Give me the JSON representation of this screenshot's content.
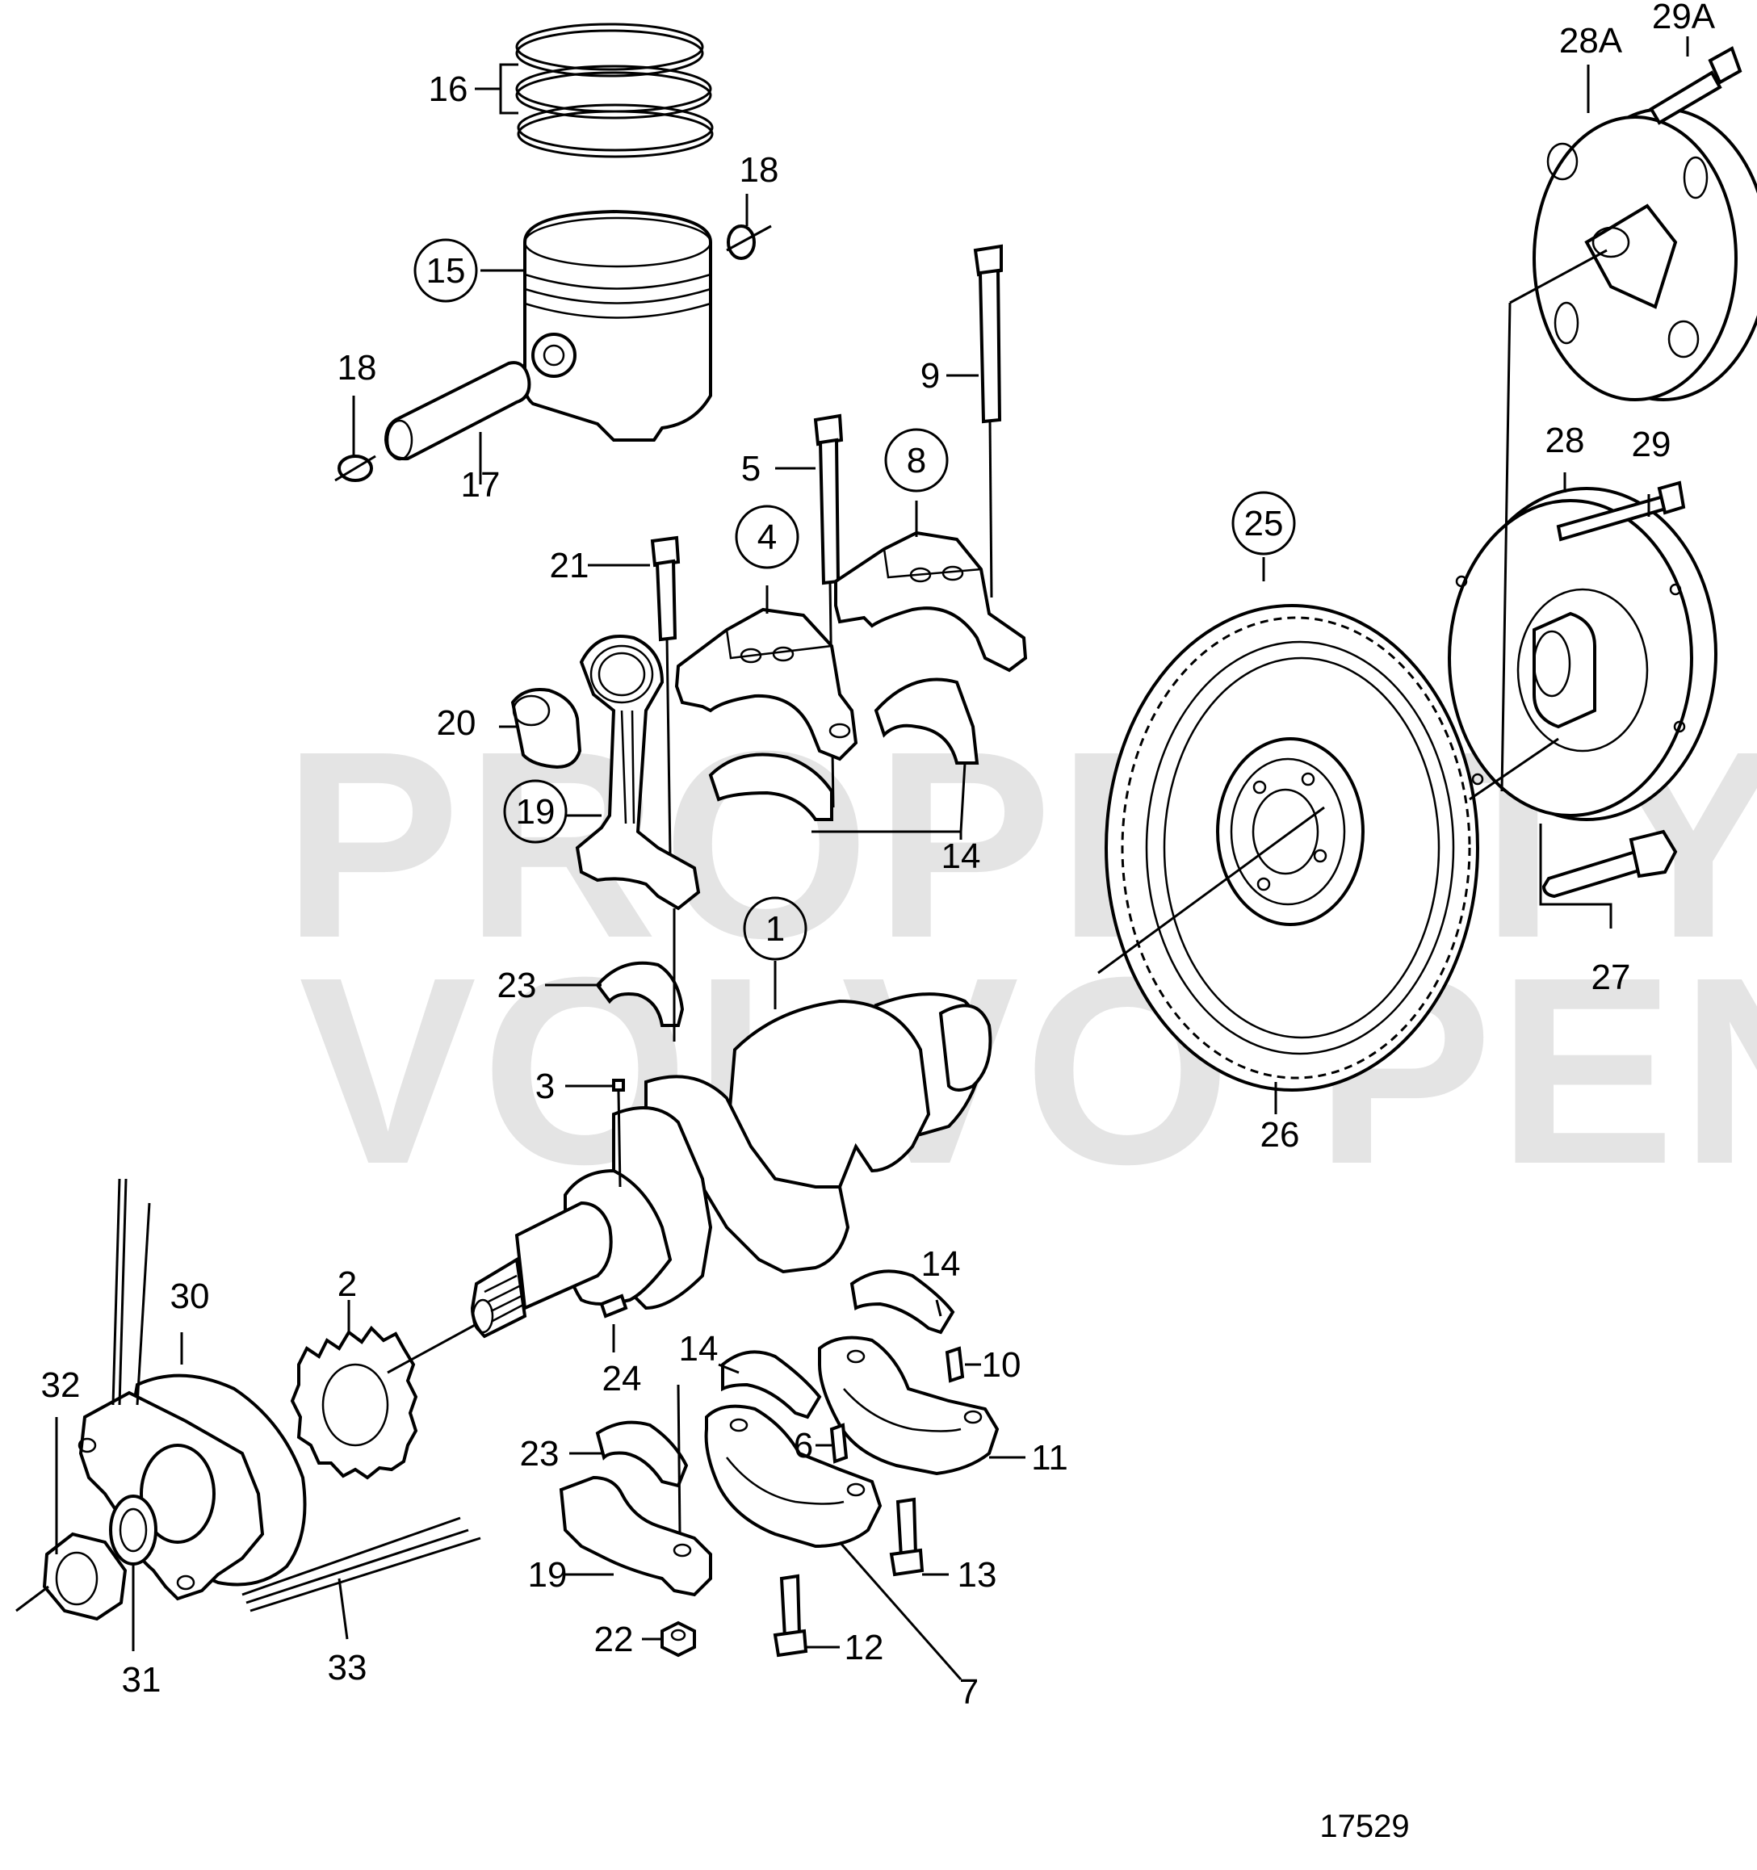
{
  "watermark": {
    "line1": "PROPERTY OF",
    "line2": "VOLVO PENTA"
  },
  "reference_number": "17529",
  "callouts": [
    {
      "id": "c1",
      "label": "1",
      "circled": true
    },
    {
      "id": "c2",
      "label": "2",
      "circled": false
    },
    {
      "id": "c3",
      "label": "3",
      "circled": false
    },
    {
      "id": "c4",
      "label": "4",
      "circled": true
    },
    {
      "id": "c5",
      "label": "5",
      "circled": false
    },
    {
      "id": "c6",
      "label": "6",
      "circled": false
    },
    {
      "id": "c7",
      "label": "7",
      "circled": false
    },
    {
      "id": "c8",
      "label": "8",
      "circled": true
    },
    {
      "id": "c9",
      "label": "9",
      "circled": false
    },
    {
      "id": "c10",
      "label": "10",
      "circled": false
    },
    {
      "id": "c11",
      "label": "11",
      "circled": false
    },
    {
      "id": "c12",
      "label": "12",
      "circled": false
    },
    {
      "id": "c13",
      "label": "13",
      "circled": false
    },
    {
      "id": "c14a",
      "label": "14",
      "circled": false
    },
    {
      "id": "c14b",
      "label": "14",
      "circled": false
    },
    {
      "id": "c14c",
      "label": "14",
      "circled": false
    },
    {
      "id": "c15",
      "label": "15",
      "circled": true
    },
    {
      "id": "c16",
      "label": "16",
      "circled": false
    },
    {
      "id": "c17",
      "label": "17",
      "circled": false
    },
    {
      "id": "c18a",
      "label": "18",
      "circled": false
    },
    {
      "id": "c18b",
      "label": "18",
      "circled": false
    },
    {
      "id": "c19a",
      "label": "19",
      "circled": true
    },
    {
      "id": "c19b",
      "label": "19",
      "circled": false
    },
    {
      "id": "c20",
      "label": "20",
      "circled": false
    },
    {
      "id": "c21",
      "label": "21",
      "circled": false
    },
    {
      "id": "c22",
      "label": "22",
      "circled": false
    },
    {
      "id": "c23a",
      "label": "23",
      "circled": false
    },
    {
      "id": "c23b",
      "label": "23",
      "circled": false
    },
    {
      "id": "c24",
      "label": "24",
      "circled": false
    },
    {
      "id": "c25",
      "label": "25",
      "circled": true
    },
    {
      "id": "c26",
      "label": "26",
      "circled": false
    },
    {
      "id": "c27",
      "label": "27",
      "circled": false
    },
    {
      "id": "c28",
      "label": "28",
      "circled": false
    },
    {
      "id": "c28a",
      "label": "28A",
      "circled": false
    },
    {
      "id": "c29",
      "label": "29",
      "circled": false
    },
    {
      "id": "c29a",
      "label": "29A",
      "circled": false
    },
    {
      "id": "c30",
      "label": "30",
      "circled": false
    },
    {
      "id": "c31",
      "label": "31",
      "circled": false
    },
    {
      "id": "c32",
      "label": "32",
      "circled": false
    },
    {
      "id": "c33",
      "label": "33",
      "circled": false
    }
  ]
}
